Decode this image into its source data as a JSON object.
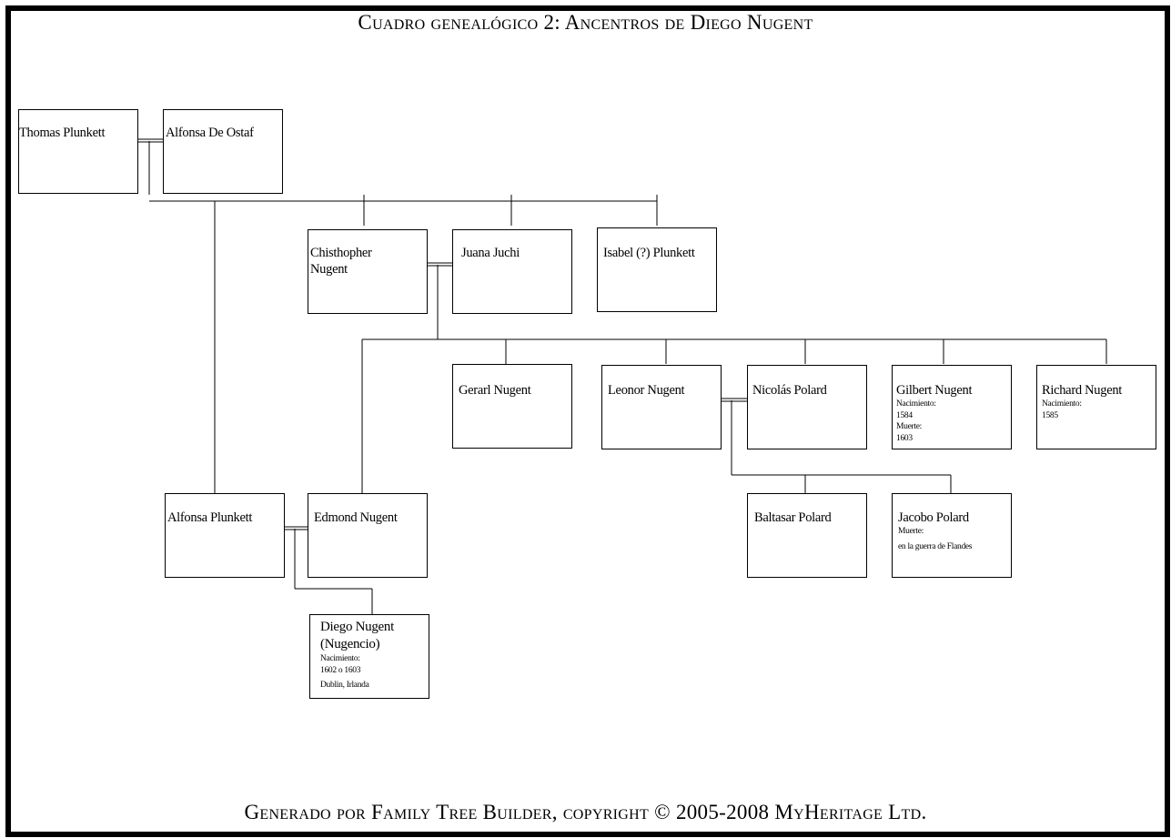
{
  "title": "Cuadro genealógico 2:  Ancentros de Diego Nugent",
  "footer": "Generado por Family Tree Builder, copyright © 2005-2008 MyHeritage Ltd.",
  "people": {
    "thomas_plunkett": {
      "name": "Thomas Plunkett"
    },
    "alfonsa_de_ostaf": {
      "name": "Alfonsa De Ostaf"
    },
    "chisthopher_nugent": {
      "name": "Chisthopher Nugent"
    },
    "juana_juchi": {
      "name": "Juana Juchi"
    },
    "isabel_plunkett": {
      "name": "Isabel (?) Plunkett"
    },
    "gerarl_nugent": {
      "name": "Gerarl Nugent"
    },
    "leonor_nugent": {
      "name": "Leonor Nugent"
    },
    "nicolas_polard": {
      "name": "Nicolás Polard"
    },
    "gilbert_nugent": {
      "name": "Gilbert Nugent",
      "birth_label": "Nacimiento:",
      "birth_date": "1584",
      "death_label": "Muerte:",
      "death_date": "1603"
    },
    "richard_nugent": {
      "name": "Richard Nugent",
      "birth_label": "Nacimiento:",
      "birth_date": "1585"
    },
    "alfonsa_plunkett": {
      "name": "Alfonsa Plunkett"
    },
    "edmond_nugent": {
      "name": "Edmond Nugent"
    },
    "baltasar_polard": {
      "name": "Baltasar Polard"
    },
    "jacobo_polard": {
      "name": "Jacobo Polard",
      "death_label": "Muerte:",
      "death_place": "en la guerra de Flandes"
    },
    "diego_nugent": {
      "name": "Diego Nugent (Nugencio)",
      "birth_label": "Nacimiento:",
      "birth_date": "1602 o 1603",
      "birth_place": "Dublin, Irlanda"
    }
  },
  "colors": {
    "line": "#000000",
    "frame": "#000000",
    "box_border": "#000000",
    "background": "#ffffff"
  }
}
